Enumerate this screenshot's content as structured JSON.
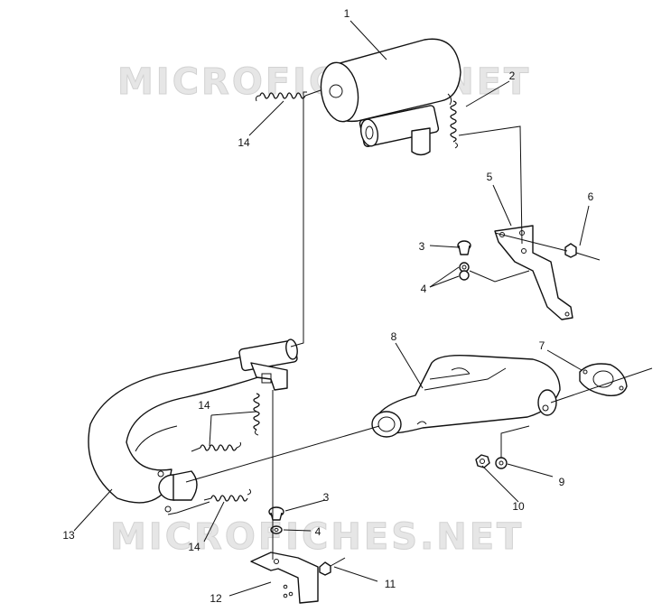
{
  "watermarks": [
    "MICROFICHES.NET",
    "MICROFICHES.NET"
  ],
  "callouts": {
    "c1": "1",
    "c2": "2",
    "c3a": "3",
    "c3b": "3",
    "c4a": "4",
    "c4b": "4",
    "c5": "5",
    "c6": "6",
    "c7": "7",
    "c8": "8",
    "c9": "9",
    "c10": "10",
    "c11": "11",
    "c12": "12",
    "c13": "13",
    "c14a": "14",
    "c14b": "14",
    "c14c": "14"
  }
}
